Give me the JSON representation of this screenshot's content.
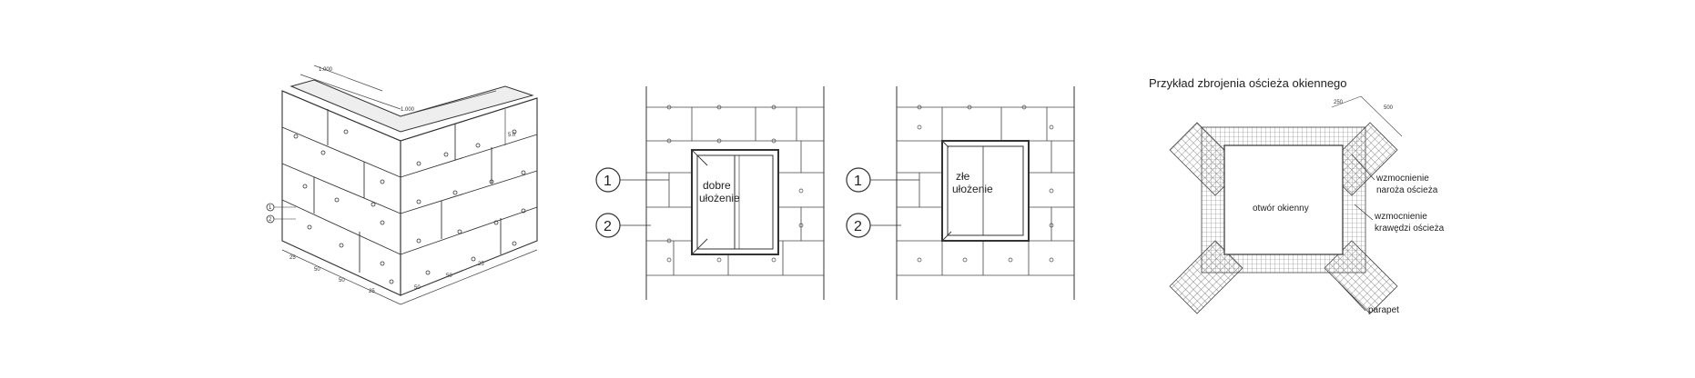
{
  "panel_good": {
    "window_label_line1": "dobre",
    "window_label_line2": "ułożenie",
    "callout_1": "1",
    "callout_2": "2"
  },
  "panel_bad": {
    "window_label_line1": "złe",
    "window_label_line2": "ułożenie",
    "callout_1": "1",
    "callout_2": "2"
  },
  "panel_iso": {
    "callout_1": "1",
    "callout_2": "2",
    "dim_top": "1.000",
    "dim_top_2": "1.000",
    "dim_side": "5.0",
    "dim_bottom": [
      "25",
      "50",
      "50",
      "25",
      "50",
      "50",
      "25"
    ]
  },
  "panel_mesh": {
    "title": "Przykład zbrojenia ościeża okiennego",
    "center_label": "otwór okienny",
    "label_corner_line1": "wzmocnienie",
    "label_corner_line2": "naroża ościeża",
    "label_edge_line1": "wzmocnienie",
    "label_edge_line2": "krawędzi ościeża",
    "label_sill": "parapet",
    "dim_a": "250",
    "dim_b": "500"
  }
}
